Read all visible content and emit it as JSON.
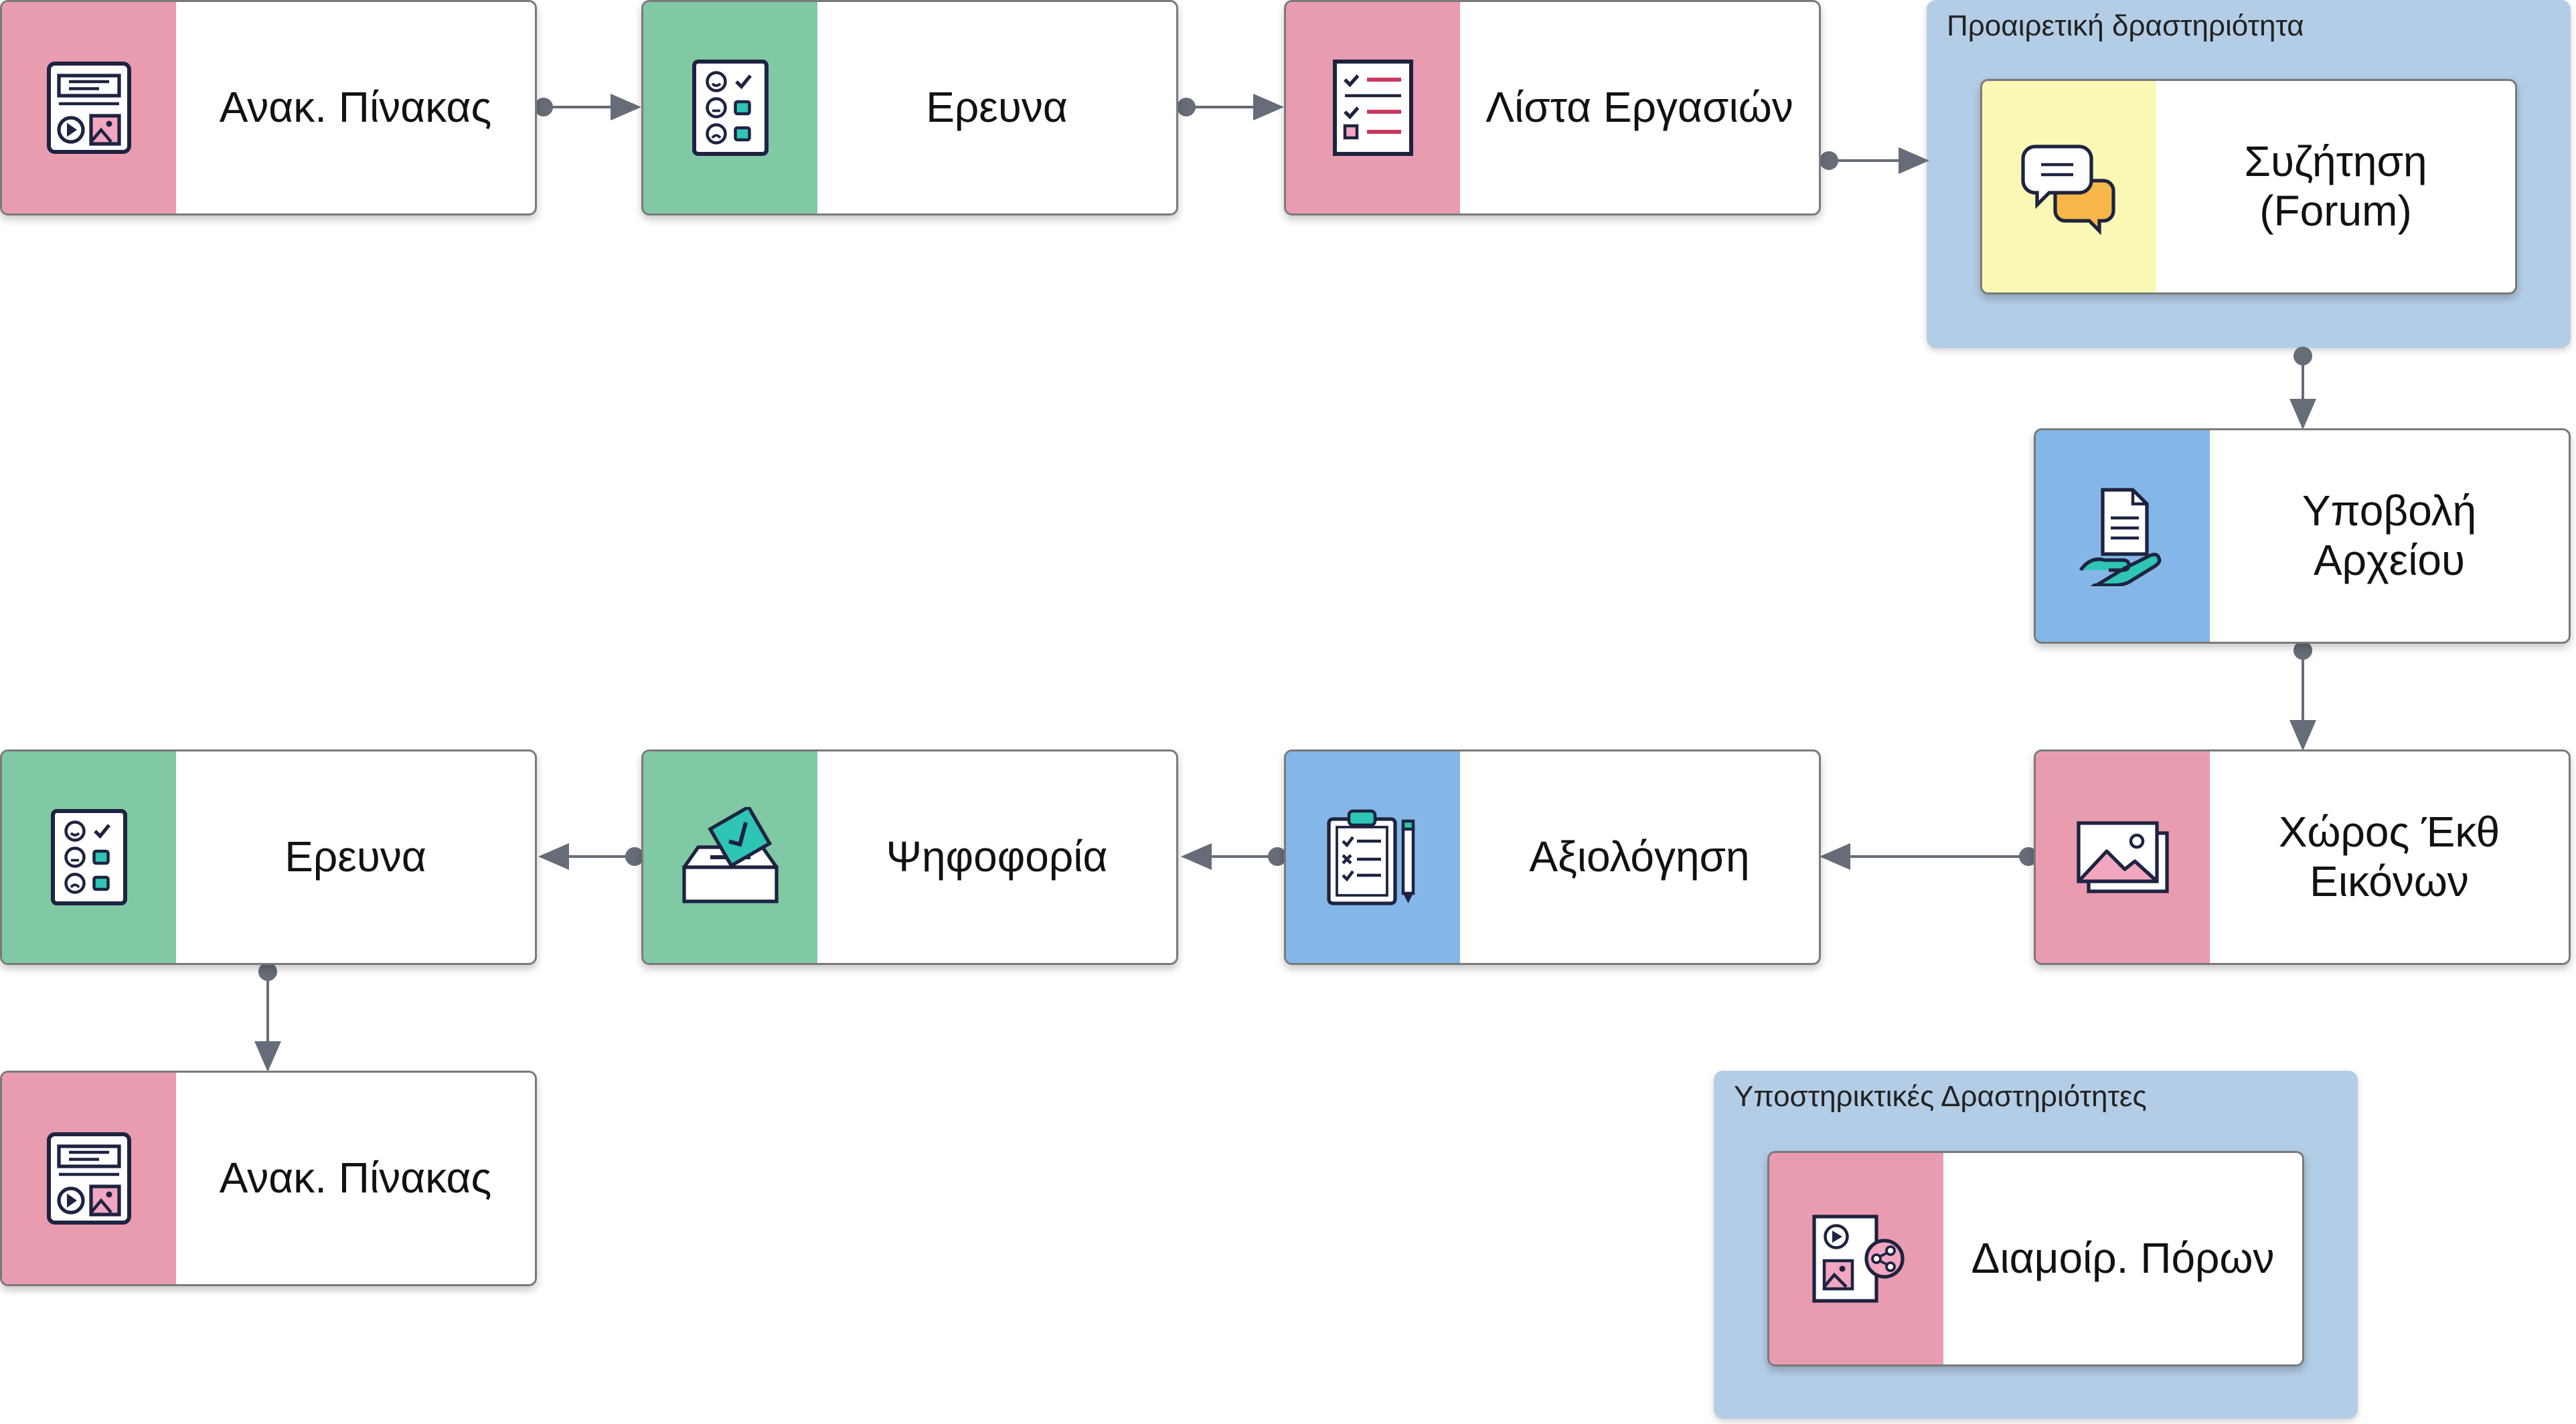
{
  "groups": {
    "optional": {
      "title": "Προαιρετική δραστηριότητα"
    },
    "supporting": {
      "title": "Υποστηρικτικές Δραστηριότητες"
    }
  },
  "nodes": {
    "n1": {
      "label": "Ανακ. Πίνακας",
      "icon": "board-media-icon",
      "color": "#e99bb0"
    },
    "n2": {
      "label": "Ερευνα",
      "icon": "survey-icon",
      "color": "#80c9a4"
    },
    "n3": {
      "label": "Λίστα Εργασιών",
      "icon": "checklist-icon",
      "color": "#e99bb0"
    },
    "n4": {
      "label": "Συζήτηση\n(Forum)",
      "icon": "chat-bubbles-icon",
      "color": "#fbf8b5"
    },
    "n5": {
      "label": "Υποβολή\nΑρχείου",
      "icon": "file-hand-icon",
      "color": "#84b7e8"
    },
    "n6": {
      "label": "Χώρος Έκθ\nΕικόνων",
      "icon": "gallery-icon",
      "color": "#e99bb0"
    },
    "n7": {
      "label": "Αξιολόγηση",
      "icon": "clipboard-pencil-icon",
      "color": "#84b7e8"
    },
    "n8": {
      "label": "Ψηφοφορία",
      "icon": "ballot-box-icon",
      "color": "#80c9a4"
    },
    "n9": {
      "label": "Ερευνα",
      "icon": "survey-icon",
      "color": "#80c9a4"
    },
    "n10": {
      "label": "Ανακ. Πίνακας",
      "icon": "board-media-icon",
      "color": "#e99bb0"
    },
    "n11": {
      "label": "Διαμοίρ. Πόρων",
      "icon": "share-media-icon",
      "color": "#e99bb0"
    }
  },
  "connector_color": "#666d78"
}
